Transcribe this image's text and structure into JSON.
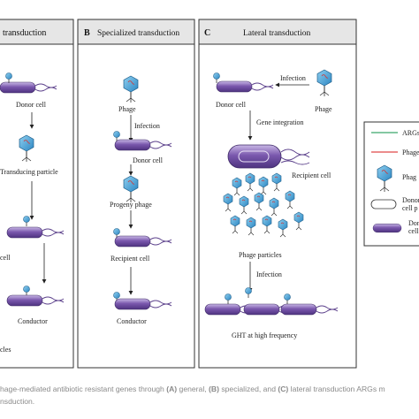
{
  "panels": {
    "a": {
      "title": "transduction",
      "labels": {
        "donor": "Donor cell",
        "transducing": "Transducing particle",
        "cell": "cell",
        "conductor": "Conductor",
        "cles": "cles"
      }
    },
    "b": {
      "letter": "B",
      "title": "Specialized transduction",
      "labels": {
        "phage": "Phage",
        "infection": "Infection",
        "donor": "Donor cell",
        "progeny": "Progeny phage",
        "recipient": "Recipient cell",
        "conductor": "Conductor"
      }
    },
    "c": {
      "letter": "C",
      "title": "Lateral transduction",
      "labels": {
        "infection": "Infection",
        "donor": "Donor cell",
        "phage": "Phage",
        "integration": "Gene integration",
        "recipient": "Recipient cell",
        "particles": "Phage particles",
        "infection2": "Infection",
        "ght": "GHT at high frequency"
      }
    }
  },
  "legend": {
    "items": [
      "ARGs",
      "Phage",
      "Phag",
      "Donor c",
      "cell p",
      "Don",
      "cell"
    ]
  },
  "caption": {
    "line1_a": "hage-mediated antibiotic resistant genes through ",
    "line1_A": "(A)",
    "line1_b": " general, ",
    "line1_B": "(B)",
    "line1_c": " specialized, and ",
    "line1_C": "(C)",
    "line1_d": " lateral transduction ARGs m",
    "line2": "nsduction."
  },
  "colors": {
    "bg": "#ffffff",
    "header": "#e6e6e6",
    "panel_border": "#333333",
    "cell_fill": "#6b4c9a",
    "cell_light": "#b9a6d8",
    "phage_head": "#4aa3d6",
    "args_line": "#3aa86b",
    "phage_line": "#e04848"
  }
}
